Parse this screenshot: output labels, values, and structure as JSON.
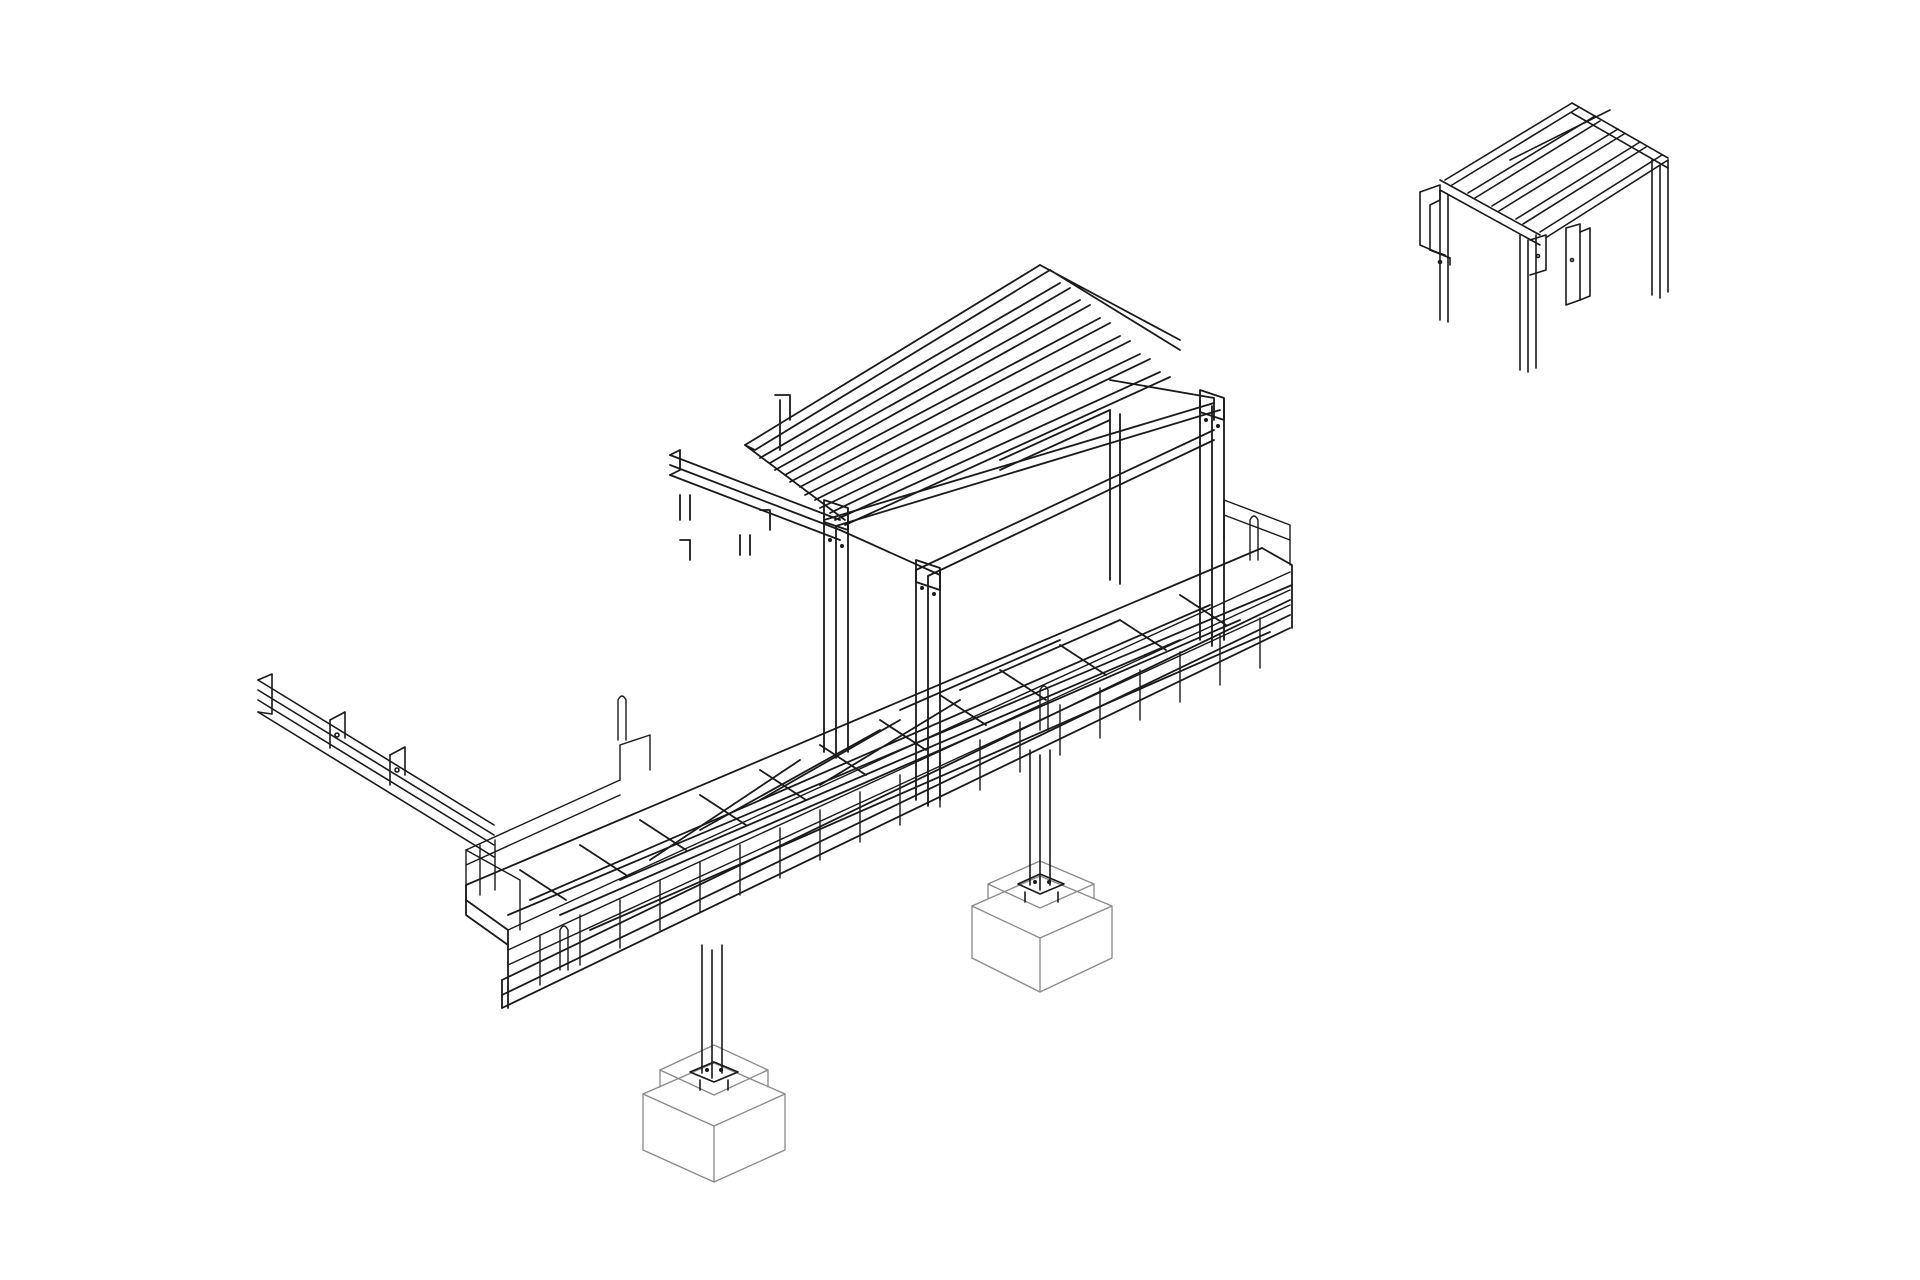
{
  "drawing": {
    "line_color": "#1a1a1a",
    "foundation_line_color": "#8a8a8a",
    "background": "#ffffff"
  },
  "views": [
    {
      "id": "main",
      "kind": "isometric-structure",
      "parts": [
        "elevated-platform",
        "handrails",
        "roof-frame",
        "cantilever-beam",
        "support-columns",
        "concrete-footings"
      ]
    },
    {
      "id": "detail",
      "kind": "isometric-frame-detail",
      "parts": [
        "roof-beams",
        "posts",
        "side-brackets"
      ]
    }
  ]
}
